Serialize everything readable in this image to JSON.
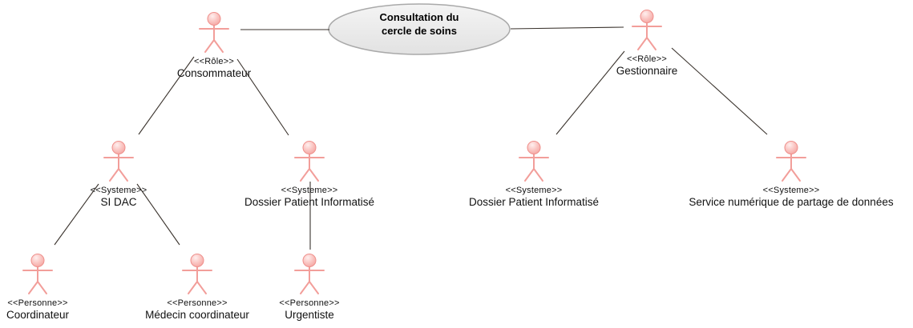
{
  "diagram": {
    "type": "uml-use-case-actor-hierarchy",
    "use_case": {
      "label": "Consultation du\ncercle de soins"
    },
    "actors": [
      {
        "id": "consommateur",
        "stereotype": "<<Rôle>>",
        "name": "Consommateur"
      },
      {
        "id": "gestionnaire",
        "stereotype": "<<Rôle>>",
        "name": "Gestionnaire"
      },
      {
        "id": "si-dac",
        "stereotype": "<<Systeme>>",
        "name": "SI DAC"
      },
      {
        "id": "dpi-gauche",
        "stereotype": "<<Systeme>>",
        "name": "Dossier Patient Informatisé"
      },
      {
        "id": "dpi-droite",
        "stereotype": "<<Systeme>>",
        "name": "Dossier Patient Informatisé"
      },
      {
        "id": "service-numerique",
        "stereotype": "<<Systeme>>",
        "name": "Service numérique de partage de données"
      },
      {
        "id": "coordinateur",
        "stereotype": "<<Personne>>",
        "name": "Coordinateur"
      },
      {
        "id": "medecin-coordinateur",
        "stereotype": "<<Personne>>",
        "name": "Médecin coordinateur"
      },
      {
        "id": "urgentiste",
        "stereotype": "<<Personne>>",
        "name": "Urgentiste"
      }
    ],
    "connections": [
      {
        "from": "consommateur",
        "to": "use-case"
      },
      {
        "from": "use-case",
        "to": "gestionnaire"
      },
      {
        "from": "consommateur",
        "to": "si-dac"
      },
      {
        "from": "consommateur",
        "to": "dpi-gauche"
      },
      {
        "from": "gestionnaire",
        "to": "dpi-droite"
      },
      {
        "from": "gestionnaire",
        "to": "service-numerique"
      },
      {
        "from": "si-dac",
        "to": "coordinateur"
      },
      {
        "from": "si-dac",
        "to": "medecin-coordinateur"
      },
      {
        "from": "dpi-gauche",
        "to": "urgentiste"
      }
    ],
    "colors": {
      "edge": "#3a332d",
      "actor_stroke": "#f29e9a",
      "actor_head_stroke": "#ef908c",
      "ellipse_fill_top": "#f4f4f4",
      "ellipse_fill_bottom": "#e4e4e4",
      "ellipse_stroke": "#a9a9a9",
      "text": "#111111"
    }
  }
}
